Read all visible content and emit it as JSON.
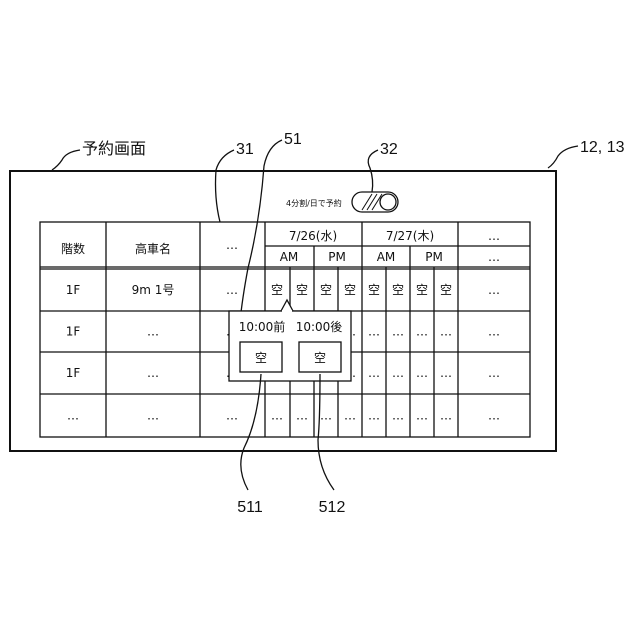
{
  "screen_title": "予約画面",
  "refs": {
    "header_ellipsis": "31",
    "popup": "51",
    "toggle": "32",
    "screen": "12, 13",
    "am_button": "511",
    "pm_button": "512"
  },
  "toggle_label": "4分割/日で予約",
  "table": {
    "col_floor": "階数",
    "col_name": "高車名",
    "col_more": "…",
    "dates": [
      "7/26(水)",
      "7/27(木)"
    ],
    "date_more": "…",
    "half_day": [
      "AM",
      "PM",
      "AM",
      "PM"
    ],
    "subheader_more": "…",
    "rows": [
      {
        "floor": "1F",
        "name": "9m 1号",
        "more": "…",
        "slots": [
          "空",
          "空",
          "空",
          "空",
          "空",
          "空",
          "空",
          "空"
        ],
        "tail": "…"
      },
      {
        "floor": "1F",
        "name": "…",
        "more": "…",
        "slots": [
          "…",
          "…",
          "…",
          "…",
          "…",
          "…",
          "…",
          "…"
        ],
        "tail": "…"
      },
      {
        "floor": "1F",
        "name": "…",
        "more": "…",
        "slots": [
          "…",
          "…",
          "…",
          "…",
          "…",
          "…",
          "…",
          "…"
        ],
        "tail": "…"
      },
      {
        "floor": "…",
        "name": "…",
        "more": "…",
        "slots": [
          "…",
          "…",
          "…",
          "…",
          "…",
          "…",
          "…",
          "…"
        ],
        "tail": "…"
      }
    ]
  },
  "popup": {
    "before_label": "10:00前",
    "after_label": "10:00後",
    "before_value": "空",
    "after_value": "空"
  }
}
